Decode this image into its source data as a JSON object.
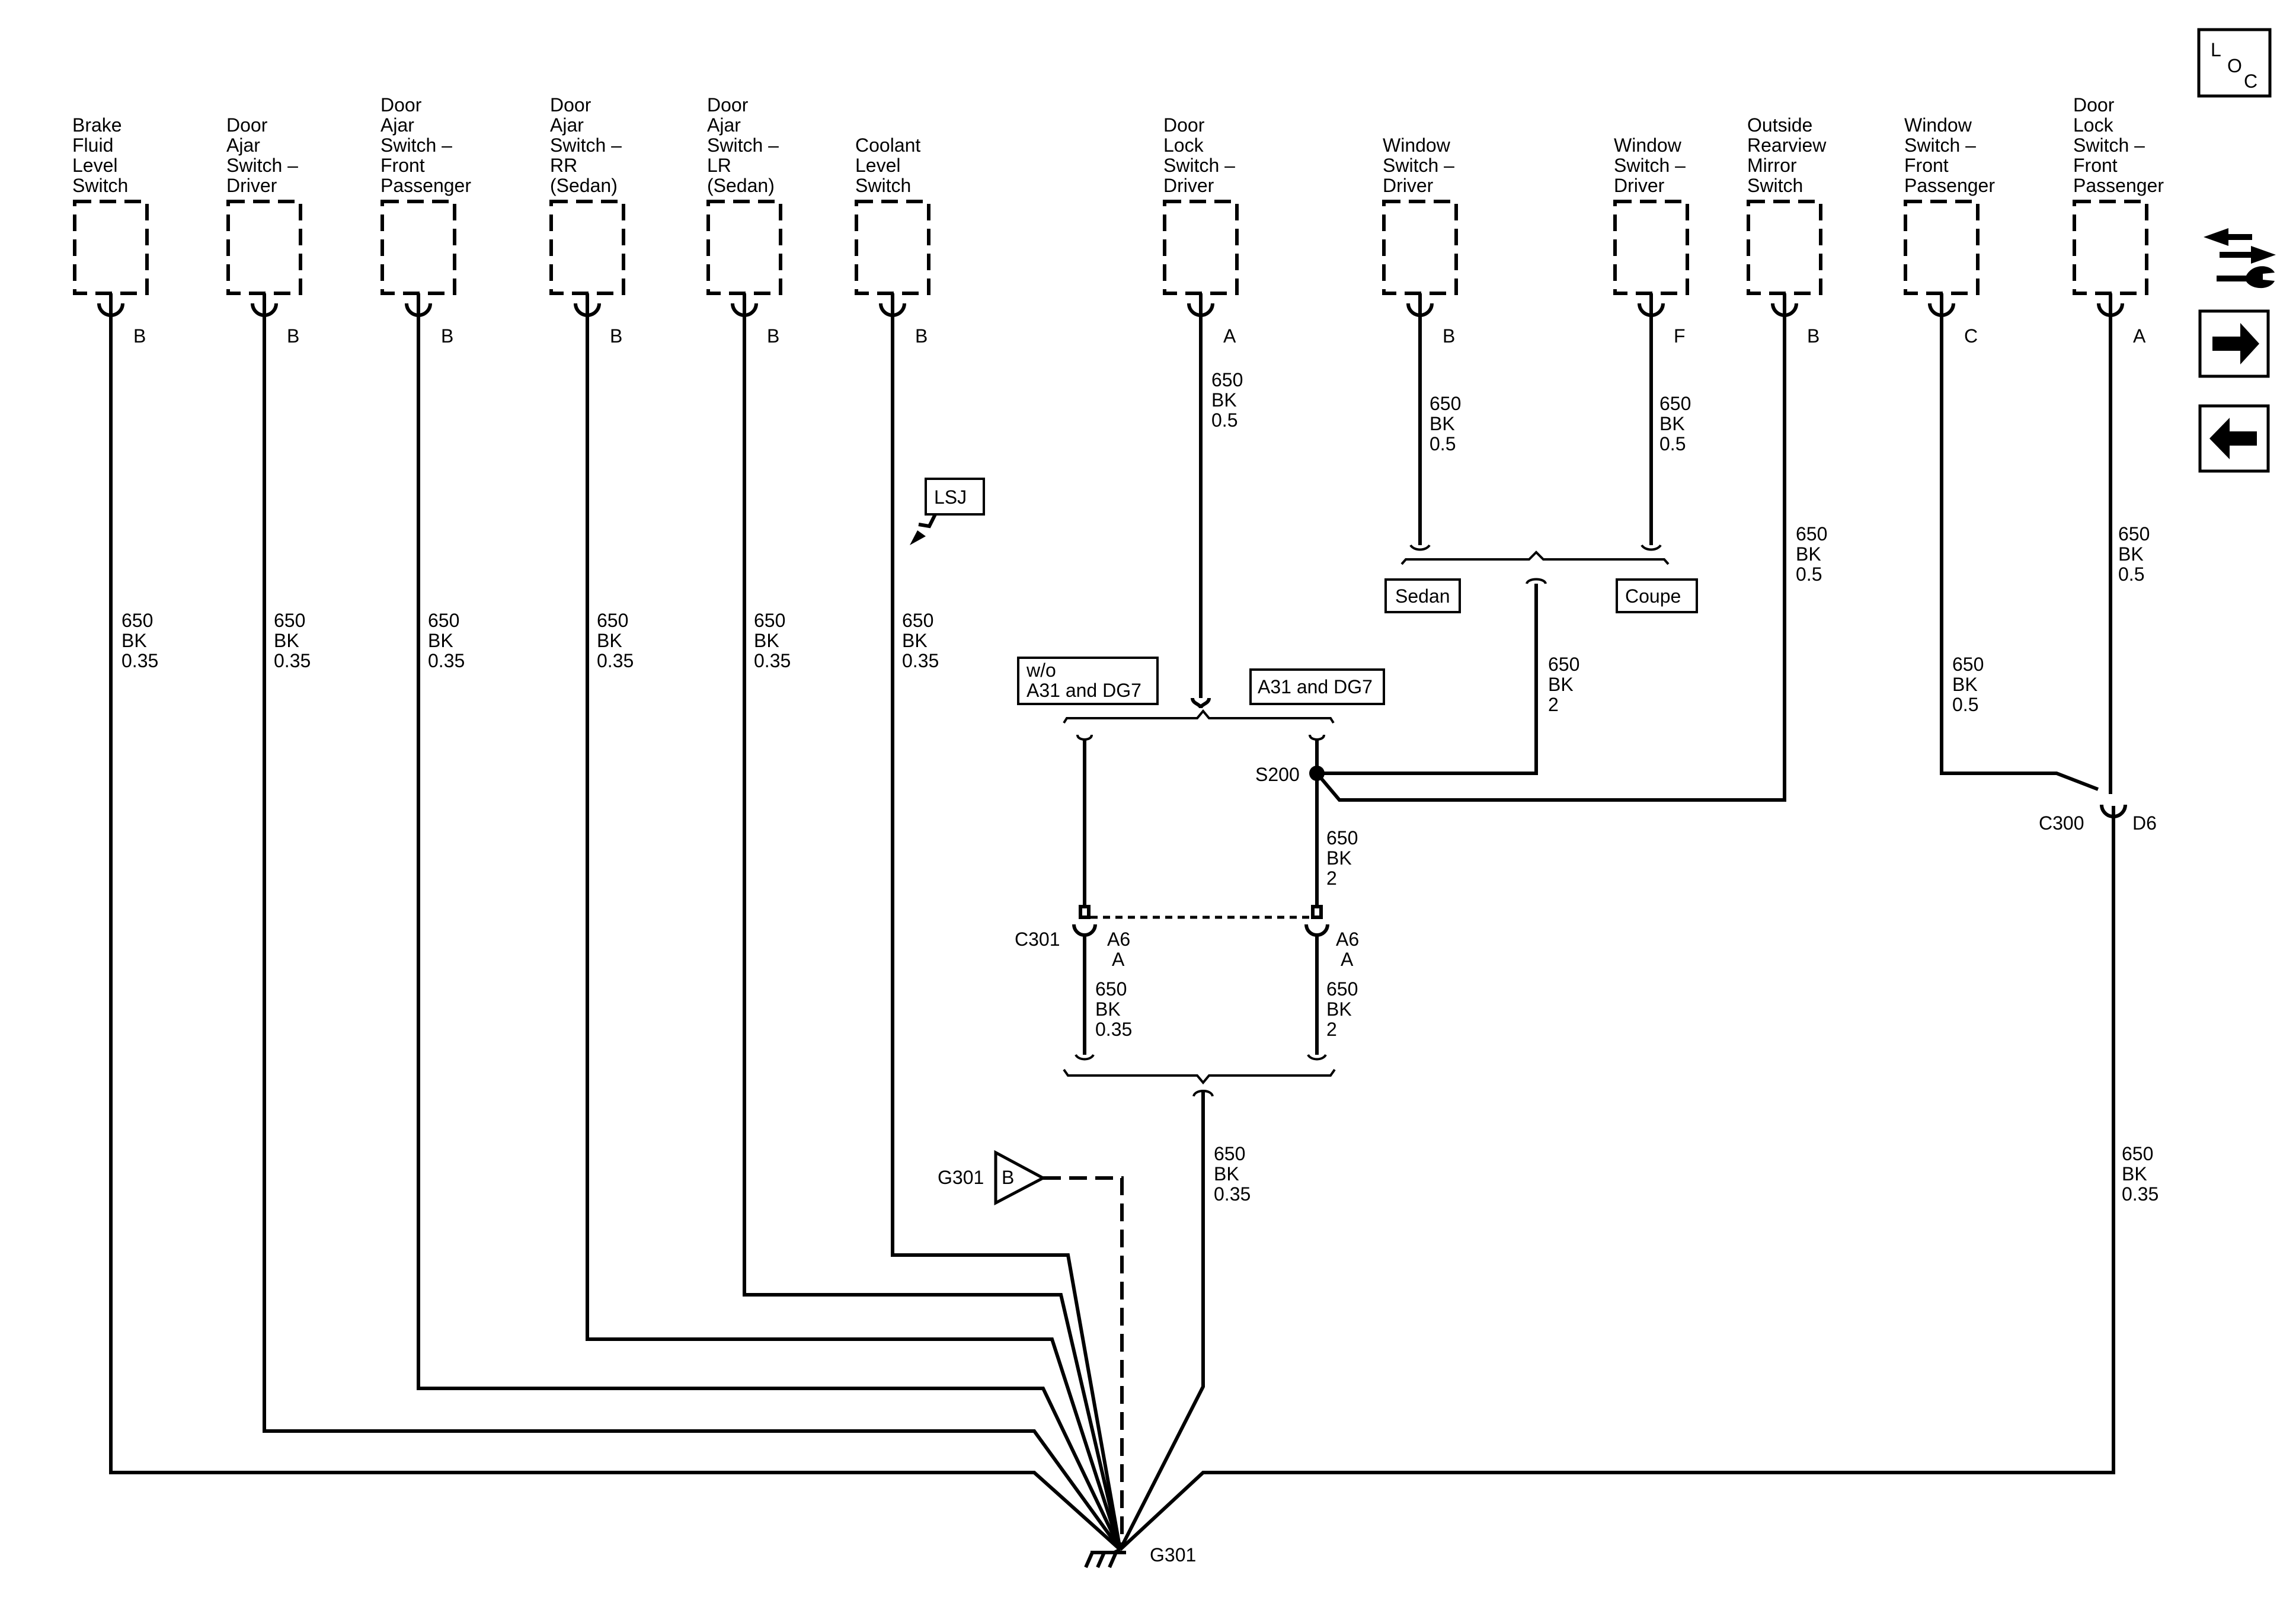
{
  "components": [
    {
      "id": "brake-fluid",
      "lines": [
        "Brake",
        "Fluid",
        "Level",
        "Switch"
      ],
      "pin": "B"
    },
    {
      "id": "door-ajar-driver",
      "lines": [
        "Door",
        "Ajar",
        "Switch –",
        "Driver"
      ],
      "pin": "B"
    },
    {
      "id": "door-ajar-front-pass",
      "lines": [
        "Door",
        "Ajar",
        "Switch –",
        "Front",
        "Passenger"
      ],
      "pin": "B"
    },
    {
      "id": "door-ajar-rr",
      "lines": [
        "Door",
        "Ajar",
        "Switch –",
        "RR",
        "(Sedan)"
      ],
      "pin": "B"
    },
    {
      "id": "door-ajar-lr",
      "lines": [
        "Door",
        "Ajar",
        "Switch –",
        "LR",
        "(Sedan)"
      ],
      "pin": "B"
    },
    {
      "id": "coolant-level",
      "lines": [
        "Coolant",
        "Level",
        "Switch"
      ],
      "pin": "B"
    },
    {
      "id": "door-lock-driver",
      "lines": [
        "Door",
        "Lock",
        "Switch –",
        "Driver"
      ],
      "pin": "A"
    },
    {
      "id": "window-driver-sedan",
      "lines": [
        "Window",
        "Switch –",
        "Driver"
      ],
      "pin": "B"
    },
    {
      "id": "window-driver-coupe",
      "lines": [
        "Window",
        "Switch –",
        "Driver"
      ],
      "pin": "F"
    },
    {
      "id": "mirror-switch",
      "lines": [
        "Outside",
        "Rearview",
        "Mirror",
        "Switch"
      ],
      "pin": "B"
    },
    {
      "id": "window-front-pass",
      "lines": [
        "Window",
        "Switch –",
        "Front",
        "Passenger"
      ],
      "pin": "C"
    },
    {
      "id": "door-lock-front-pass",
      "lines": [
        "Door",
        "Lock",
        "Switch –",
        "Front",
        "Passenger"
      ],
      "pin": "A"
    }
  ],
  "wire_labels": {
    "w_0_35": [
      "650",
      "BK",
      "0.35"
    ],
    "w_0_5": [
      "650",
      "BK",
      "0.5"
    ],
    "w_2": [
      "650",
      "BK",
      "2"
    ]
  },
  "options": {
    "lsj": "LSJ",
    "wo_a31": [
      "w/o",
      "A31 and DG7"
    ],
    "a31": "A31 and DG7",
    "sedan": "Sedan",
    "coupe": "Coupe"
  },
  "splices": {
    "s200": "S200"
  },
  "connectors": {
    "c301": "C301",
    "c301_pin_top": "A6",
    "c301_pin_bottom": "A",
    "c300": "C300",
    "c300_pin": "D6"
  },
  "grounds": {
    "g301": "G301",
    "g301_tri_letter": "B"
  },
  "nav": {
    "loc": {
      "l": "L",
      "o": "O",
      "c": "C"
    },
    "icons": [
      "wrench-arrows-icon",
      "arrow-right-icon",
      "arrow-left-icon"
    ]
  }
}
